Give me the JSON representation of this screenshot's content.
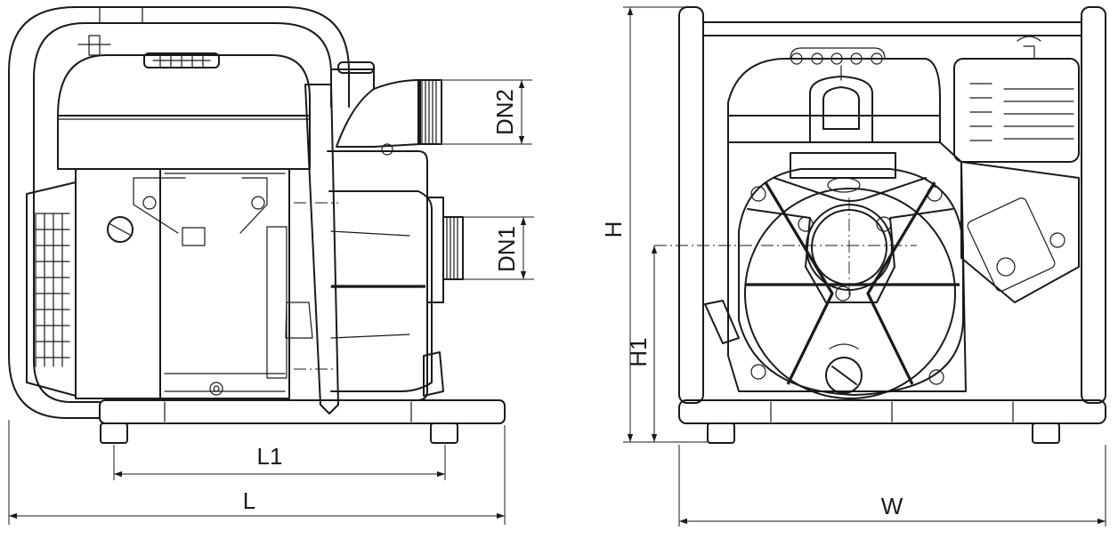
{
  "dimensions": {
    "L1": "L1",
    "L": "L",
    "DN1": "DN1",
    "DN2": "DN2",
    "H": "H",
    "H1": "H1",
    "W": "W"
  }
}
